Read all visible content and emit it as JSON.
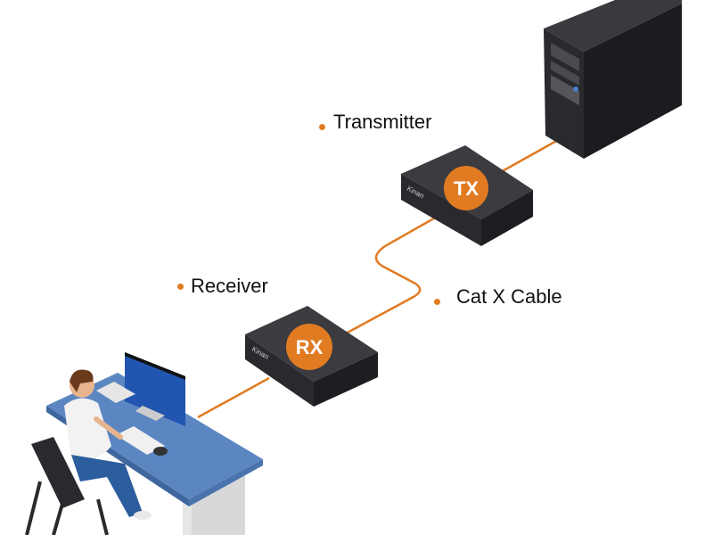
{
  "labels": {
    "transmitter": "Transmitter",
    "receiver": "Receiver",
    "cable": "Cat X Cable"
  },
  "devices": {
    "tx_badge": "TX",
    "rx_badge": "RX",
    "brand_logo": "Kinan"
  },
  "colors": {
    "accent": "#e07b22",
    "device": "#2e2e32",
    "desk": "#5b86c2"
  }
}
